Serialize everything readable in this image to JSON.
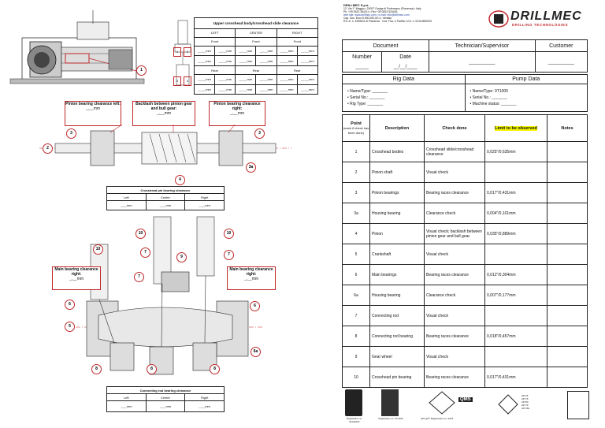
{
  "company": {
    "name": "DRILLMEC S.p.a.",
    "address": "12, Via 1° Maggio • 29027 Gariga di Podenzano (Piacenza) • Italy",
    "phone": "Ph. +39 0523 354211 • Fax +39 0523 524418",
    "web": "web site: www.drillmec.com • e-mail: info@drillmec.com",
    "capital": "Cap. Soc. Euro 5.000.000,00 i.v. Versato",
    "registry": "R.E.A. n. 1535511 di Piacenza · Cod. Fisc. e Partita I.V.A. n. 02114500033",
    "logo_text": "DRILLMEC",
    "logo_sub": "DRILLING TECHNOLOGIES"
  },
  "upper_table": {
    "title": "Upper crosshead body/crosshead slide clearance",
    "cols": [
      "LEFT",
      "CENTER",
      "RIGHT"
    ],
    "front": "Front",
    "rear": "Rear",
    "cell": "__,__mm",
    "markers": [
      "1",
      "2",
      "3",
      "4"
    ]
  },
  "pinion_left": {
    "title": "Pinion bearing clearance left:",
    "value": "_,__mm"
  },
  "backlash": {
    "title": "Backlash between pinion gear and bull gear:",
    "value": "_,__mm"
  },
  "pinion_right": {
    "title": "Pinion bearing clearance right:",
    "value": "_,__mm"
  },
  "crosshead_pin": {
    "title": "Crosshead pin bearing clearance",
    "cols": [
      "Left",
      "Center",
      "Right"
    ],
    "cell": "_,__mm"
  },
  "main_left": {
    "title": "Main bearing clearance right:",
    "value": "_,__mm"
  },
  "main_right": {
    "title": "Main bearing clearance right:",
    "value": "_,__mm"
  },
  "conrod": {
    "title": "Connecting rod bearing clearance",
    "cols": [
      "Left",
      "Center",
      "Right"
    ],
    "cell": "_,__mm"
  },
  "callouts": {
    "c1": "1",
    "c2": "2",
    "c3": "3",
    "c3b": "3",
    "c3a": "3a",
    "c4": "4",
    "c5": "5",
    "c6": "6",
    "c6b": "6",
    "c6a": "6a",
    "c7": "7",
    "c7b": "7",
    "c7c": "7",
    "c8": "8",
    "c8b": "8",
    "c8c": "8",
    "c9": "9",
    "c10": "10",
    "c10b": "10",
    "c10c": "10"
  },
  "header": {
    "document": "Document",
    "tech": "Technician/Supervisor",
    "customer": "Customer",
    "number": "Number",
    "date": "Date",
    "number_val": "_____",
    "date_val": "__/__/____",
    "tech_val": "__________",
    "customer_val": "__________"
  },
  "rig": {
    "title": "Rig Data",
    "items": [
      "Name/Type: _______",
      "Serial No.: _______",
      "Rig Type: _______"
    ]
  },
  "pump": {
    "title": "Pump Data",
    "items": [
      "Name/Type: 9T1000",
      "Serial No.: _______",
      "Machine status: _______"
    ]
  },
  "checklist": {
    "headers": {
      "point": "Point",
      "point_sub": "(mark if check has been done)",
      "description": "Description",
      "check": "Check done",
      "limit": "Limit to be observed",
      "notes": "Notes"
    },
    "rows": [
      {
        "point": "1",
        "description": "Crosshead bodies",
        "check": "Crosshead slide/crosshead clearance",
        "limit": "0,025\"/0,635mm"
      },
      {
        "point": "2",
        "description": "Pinion shaft",
        "check": "Visual check",
        "limit": ""
      },
      {
        "point": "3",
        "description": "Pinion bearings",
        "check": "Bearing races clearance",
        "limit": "0,017\"/0,431mm"
      },
      {
        "point": "3a",
        "description": "Housing bearing",
        "check": "Clearance check",
        "limit": "0,004\"/0,101mm"
      },
      {
        "point": "4",
        "description": "Pinion",
        "check": "Visual check; backlash between pinion gear and bull gear.",
        "limit": "0,035\"/0,889mm"
      },
      {
        "point": "5",
        "description": "Crankshaft",
        "check": "Visual check",
        "limit": ""
      },
      {
        "point": "6",
        "description": "Main bearings",
        "check": "Bearing races clearance",
        "limit": "0,012\"/0,304mm"
      },
      {
        "point": "6a",
        "description": "Housing bearing",
        "check": "Clearance check",
        "limit": "0,007\"/0,177mm"
      },
      {
        "point": "7",
        "description": "Connecting rod",
        "check": "Visual check",
        "limit": ""
      },
      {
        "point": "8",
        "description": "Connecting rod bearing",
        "check": "Bearing races clearance",
        "limit": "0,018\"/0,457mm"
      },
      {
        "point": "9",
        "description": "Gear wheel",
        "check": "Visual check",
        "limit": ""
      },
      {
        "point": "10",
        "description": "Crosshead pin bearing",
        "check": "Bearing races clearance",
        "limit": "0,017\"/0,431mm"
      }
    ]
  },
  "footer": {
    "cert1": "Registration no. 9214/0237",
    "cert2": "Registration no. TS-0344",
    "api_reg": "API Q1® Registration no. 0076",
    "qms": "QMS",
    "api_list": [
      "API 4F",
      "API 7K",
      "API 8C",
      "API 7K",
      "API 16A"
    ]
  }
}
